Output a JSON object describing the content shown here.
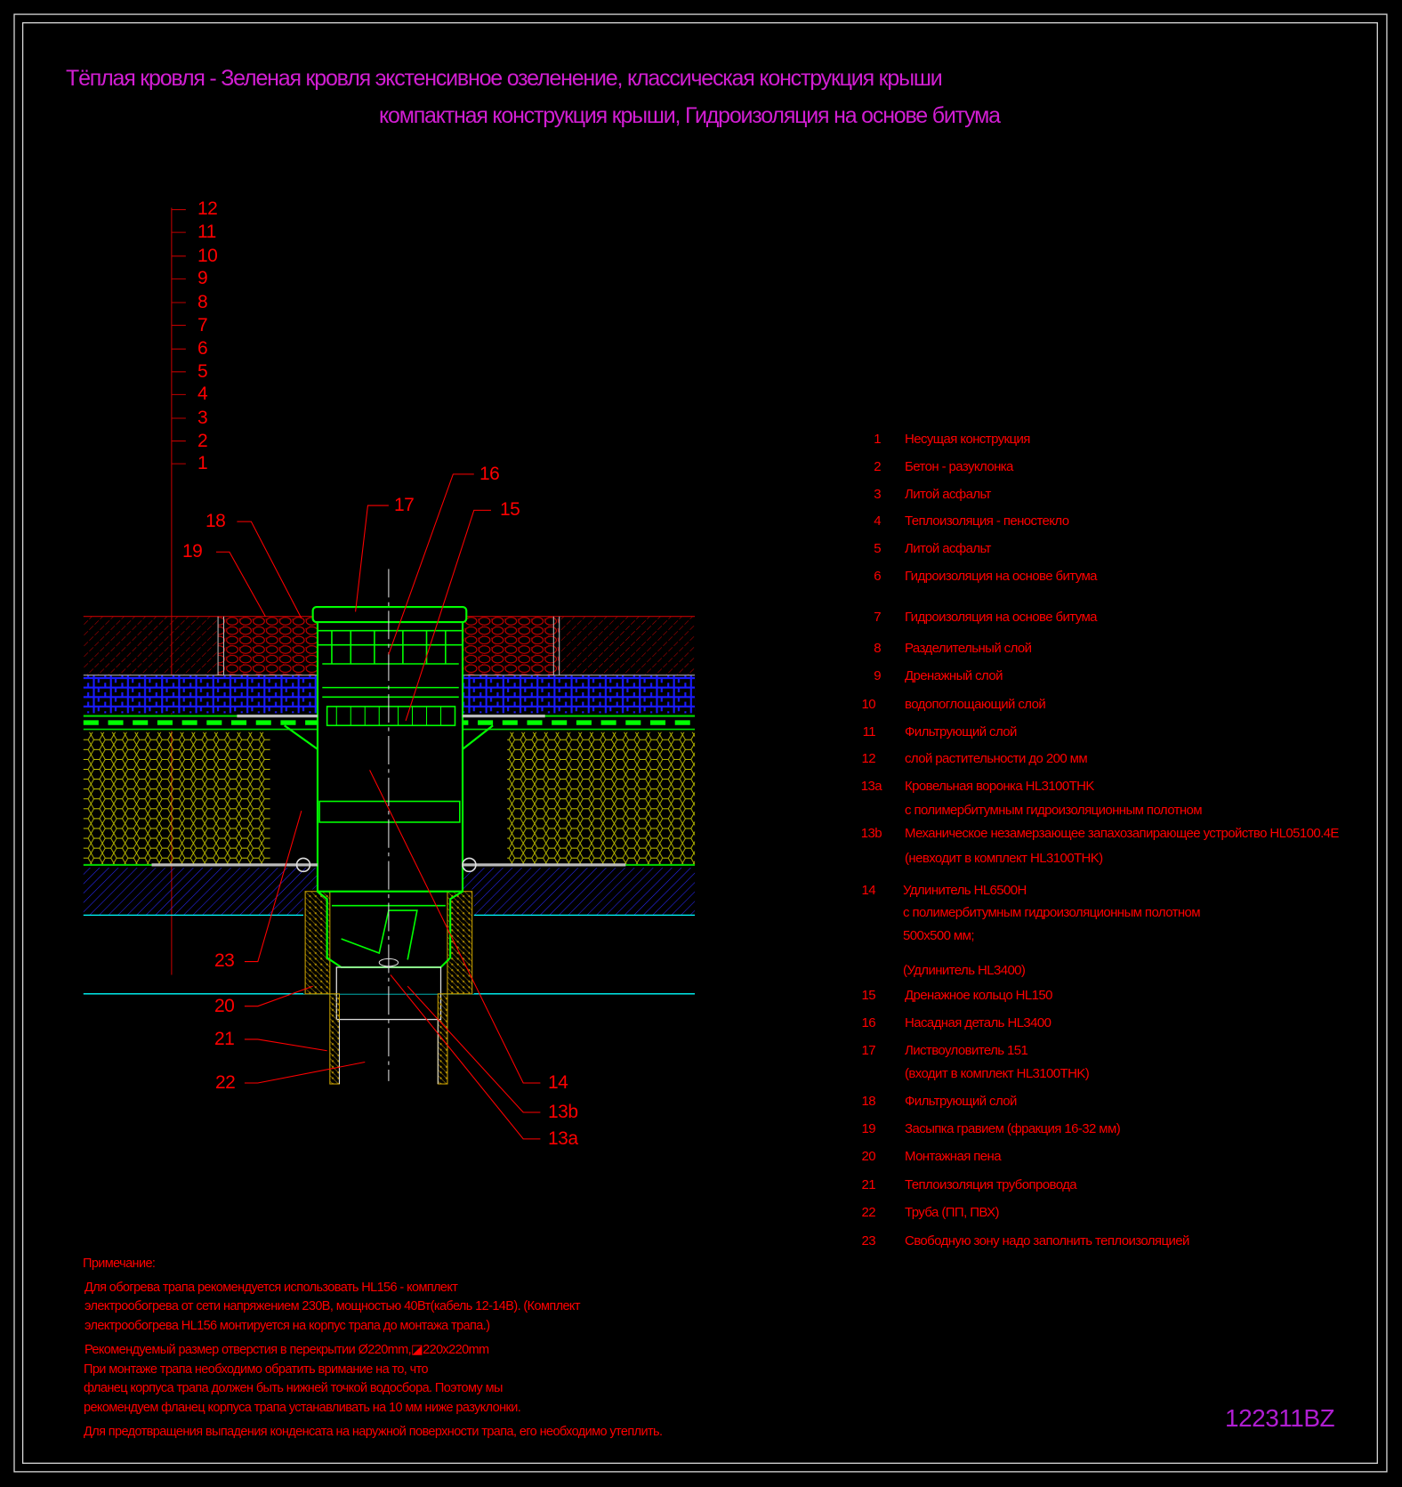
{
  "title": {
    "line1": "Тёплая кровля - Зеленая кровля экстенсивное озеленение, классическая конструкция крыши",
    "line2": "компактная конструкция крыши, Гидроизоляция на основе битума"
  },
  "layer_numbers": [
    "12",
    "11",
    "10",
    "9",
    "8",
    "7",
    "6",
    "5",
    "4",
    "3",
    "2",
    "1"
  ],
  "callouts": {
    "c16": "16",
    "c17": "17",
    "c15": "15",
    "c18": "18",
    "c19": "19",
    "c23": "23",
    "c20": "20",
    "c21": "21",
    "c22": "22",
    "c14": "14",
    "c13b": "13b",
    "c13a": "13a"
  },
  "legend": [
    {
      "num": "1",
      "text": "Несущая конструкция"
    },
    {
      "num": "2",
      "text": "Бетон - разуклонка"
    },
    {
      "num": "3",
      "text": "Литой асфальт"
    },
    {
      "num": "4",
      "text": "Теплоизоляция - пеностекло"
    },
    {
      "num": "5",
      "text": "Литой асфальт"
    },
    {
      "num": "6",
      "text": "Гидроизоляция на основе битума"
    },
    {
      "num": "7",
      "text": "Гидроизоляция на основе битума"
    },
    {
      "num": "8",
      "text": "Разделительный слой"
    },
    {
      "num": "9",
      "text": "Дренажный слой"
    },
    {
      "num": "10",
      "text": "водопоглощающий слой"
    },
    {
      "num": "11",
      "text": "Фильтрующий слой"
    },
    {
      "num": "12",
      "text": "слой растительности до 200 мм"
    },
    {
      "num": "13a",
      "text": "Кровельная воронка HL3100THK"
    },
    {
      "num": "",
      "text": "с полимербитумным гидроизоляционным полотном"
    },
    {
      "num": "13b",
      "text": "Механическое незамерзающее запахозапирающее устройство HL05100.4E"
    },
    {
      "num": "",
      "text": "(невходит в комплект HL3100THK)"
    },
    {
      "num": "14",
      "text": "Удлинитель HL6500H"
    },
    {
      "num": "",
      "text": " с полимербитумным гидроизоляционным полотном"
    },
    {
      "num": "",
      "text": "500x500 мм;"
    },
    {
      "num": "",
      "text": "(Удлинитель HL3400)"
    },
    {
      "num": "15",
      "text": "Дренажное кольцо HL150"
    },
    {
      "num": "16",
      "text": "Насадная деталь HL3400"
    },
    {
      "num": "17",
      "text": "Листвоуловитель 151"
    },
    {
      "num": "",
      "text": "(входит в комплект HL3100THK)"
    },
    {
      "num": "18",
      "text": "Фильтрующий слой"
    },
    {
      "num": "19",
      "text": "Засыпка гравием (фракция 16-32 мм)"
    },
    {
      "num": "20",
      "text": "Монтажная пена"
    },
    {
      "num": "21",
      "text": "Теплоизоляция трубопровода"
    },
    {
      "num": "22",
      "text": "Труба (ПП, ПВХ)"
    },
    {
      "num": "23",
      "text": " Свободную зону надо заполнить теплоизоляцией"
    }
  ],
  "notes": {
    "heading": "Примечание:",
    "lines": [
      "Для обогрева трапа рекомендуется использовать HL156 - комплект",
      "электрообогрева от сети напряжением 230В, мощностью 40Вт(кабель 12-14В). (Комплект",
      "электрообогрева HL156 монтируется на корпус трапа до монтажа трапа.)",
      " Рекомендуемый размер отверстия в перекрытии Ø220mm,◪220x220mm",
      "При монтаже трапа необходимо обратить вримание на то, что",
      "фланец корпуса трапа должен быть нижней точкой водосбора. Поэтому мы",
      "рекомендуем фланец корпуса трапа устанавливать на 10 мм ниже разуклонки.",
      "Для предотвращения выпадения конденсата на наружной поверхности трапа, его необходимо утеплить."
    ]
  },
  "drawing_code": "122311BZ",
  "colors": {
    "title": "#d21ed2",
    "text": "#ff0000",
    "drain": "#00ff00",
    "insulation": "#ffff00",
    "drainage": "#0000ff",
    "line": "#00ffff"
  }
}
